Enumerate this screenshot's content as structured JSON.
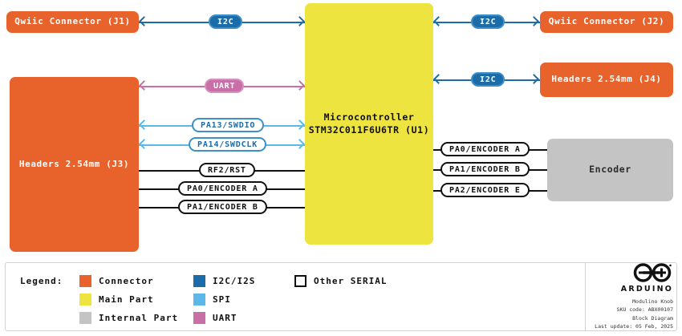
{
  "diagram": {
    "title": "Modulino Knob Block Diagram",
    "blocks": [
      {
        "id": "j1",
        "label": "Qwiic Connector (J1)",
        "type": "connector"
      },
      {
        "id": "j3",
        "label": "Headers 2.54mm (J3)",
        "type": "connector"
      },
      {
        "id": "u1",
        "label": "Microcontroller\nSTM32C011F6U6TR (U1)",
        "type": "mainpart"
      },
      {
        "id": "u1l1",
        "label": "Microcontroller",
        "type": "mainpart"
      },
      {
        "id": "u1l2",
        "label": "STM32C011F6U6TR (U1)",
        "type": "mainpart"
      },
      {
        "id": "j2",
        "label": "Qwiic Connector (J2)",
        "type": "connector"
      },
      {
        "id": "j4",
        "label": "Headers 2.54mm (J4)",
        "type": "connector"
      },
      {
        "id": "enc",
        "label": "Encoder",
        "type": "internal"
      }
    ],
    "connections": [
      {
        "id": "c1",
        "label": "I2C",
        "bus": "i2c",
        "from": "j1",
        "to": "u1",
        "arrows": "both"
      },
      {
        "id": "c2",
        "label": "I2C",
        "bus": "i2c",
        "from": "u1",
        "to": "j2",
        "arrows": "both"
      },
      {
        "id": "c3",
        "label": "I2C",
        "bus": "i2c",
        "from": "u1",
        "to": "j4",
        "arrows": "both"
      },
      {
        "id": "c4",
        "label": "UART",
        "bus": "uart",
        "from": "j3",
        "to": "u1",
        "arrows": "both"
      },
      {
        "id": "c5",
        "label": "PA13/SWDIO",
        "bus": "spi",
        "from": "j3",
        "to": "u1",
        "arrows": "both"
      },
      {
        "id": "c6",
        "label": "PA14/SWDCLK",
        "bus": "spi",
        "from": "j3",
        "to": "u1",
        "arrows": "both"
      },
      {
        "id": "c7",
        "label": "RF2/RST",
        "bus": "other",
        "from": "j3",
        "to": "u1",
        "arrows": "none"
      },
      {
        "id": "c8",
        "label": "PA0/ENCODER A",
        "bus": "other",
        "from": "j3",
        "to": "u1",
        "arrows": "none"
      },
      {
        "id": "c9",
        "label": "PA1/ENCODER B",
        "bus": "other",
        "from": "j3",
        "to": "u1",
        "arrows": "none"
      },
      {
        "id": "c10",
        "label": "PA0/ENCODER A",
        "bus": "other",
        "from": "u1",
        "to": "enc",
        "arrows": "none"
      },
      {
        "id": "c11",
        "label": "PA1/ENCODER B",
        "bus": "other",
        "from": "u1",
        "to": "enc",
        "arrows": "none"
      },
      {
        "id": "c12",
        "label": "PA2/ENCODER E",
        "bus": "other",
        "from": "u1",
        "to": "enc",
        "arrows": "none"
      }
    ]
  },
  "legend": {
    "title": "Legend:",
    "items": [
      {
        "label": "Connector",
        "color": "#E8622C",
        "style": "solid"
      },
      {
        "label": "Main Part",
        "color": "#EDE43F",
        "style": "solid"
      },
      {
        "label": "Internal Part",
        "color": "#C4C4C4",
        "style": "solid"
      },
      {
        "label": "I2C/I2S",
        "color": "#1B6CA8",
        "style": "solid"
      },
      {
        "label": "SPI",
        "color": "#5BB8E8",
        "style": "solid"
      },
      {
        "label": "UART",
        "color": "#C86FA8",
        "style": "solid"
      },
      {
        "label": "Other SERIAL",
        "color": "#FFFFFF",
        "style": "outline"
      }
    ]
  },
  "branding": {
    "wordmark": "ARDUINO",
    "meta": [
      "Modulino Knob",
      "SKU code: ABX00107",
      "Block Diagram",
      "Last update: 05 Feb, 2025"
    ]
  },
  "colors": {
    "connector": "#E8622C",
    "main_part": "#EDE43F",
    "internal_part": "#C4C4C4",
    "i2c": "#1B6CA8",
    "spi": "#5BB8E8",
    "uart": "#C86FA8",
    "other_serial": "#111111"
  }
}
